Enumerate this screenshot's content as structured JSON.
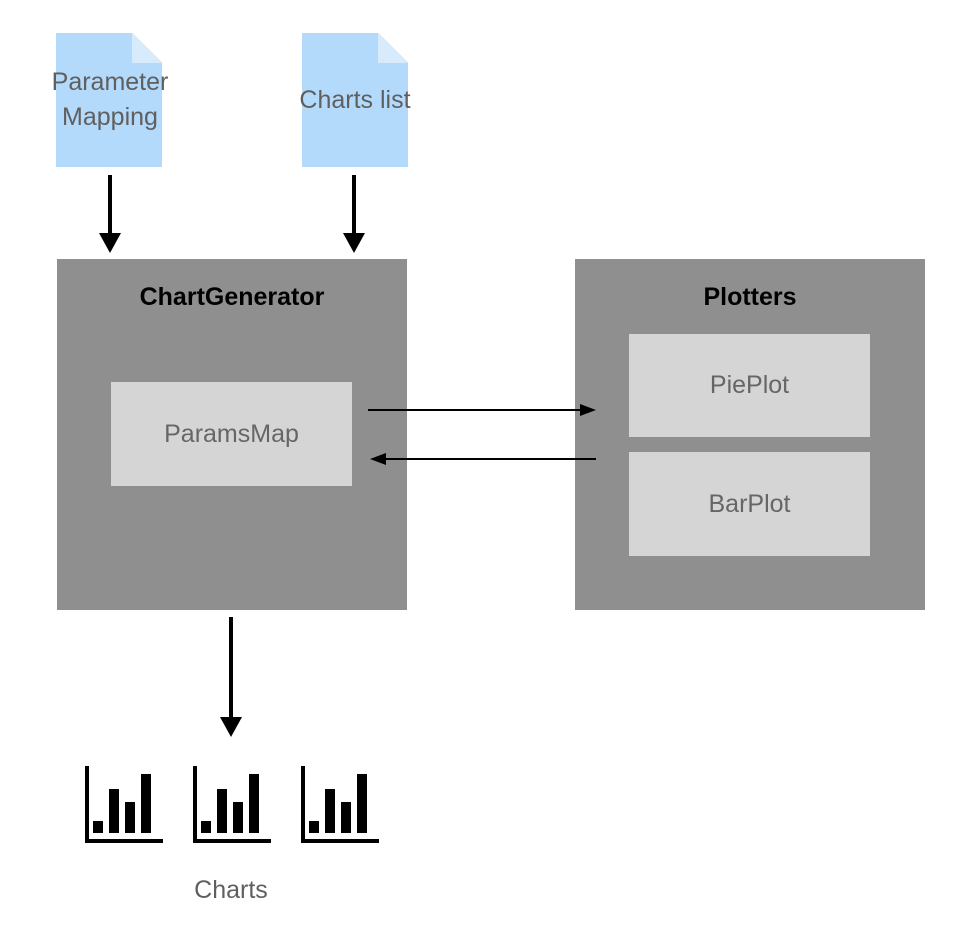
{
  "documents": [
    {
      "label": "Parameter\nMapping"
    },
    {
      "label": "Charts list"
    }
  ],
  "chart_generator": {
    "title": "ChartGenerator",
    "inner_label": "ParamsMap"
  },
  "plotters": {
    "title": "Plotters",
    "items": [
      {
        "label": "PiePlot"
      },
      {
        "label": "BarPlot"
      }
    ]
  },
  "charts_output": {
    "label": "Charts",
    "icon": "bar-chart-icon",
    "count": 3
  },
  "colors": {
    "document": "#b3d9fb",
    "panel": "#8f8f8f",
    "inner_box": "#d5d5d5"
  }
}
